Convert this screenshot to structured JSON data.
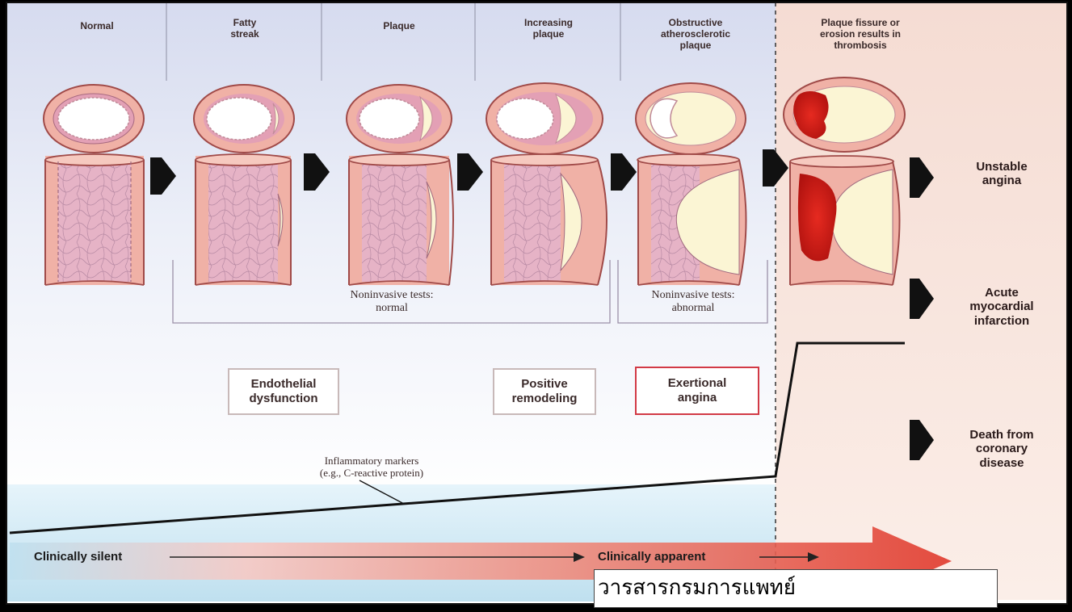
{
  "stages": [
    {
      "id": "normal",
      "label": "Normal"
    },
    {
      "id": "fatty-streak",
      "label": "Fatty\nstreak"
    },
    {
      "id": "plaque",
      "label": "Plaque"
    },
    {
      "id": "increasing-plaque",
      "label": "Increasing\nplaque"
    },
    {
      "id": "obstructive",
      "label": "Obstructive\natherosclerotic\nplaque"
    },
    {
      "id": "thrombosis",
      "label": "Plaque fissure or\nerosion results in\nthrombosis"
    }
  ],
  "outcomes": [
    {
      "id": "unstable-angina",
      "label": "Unstable\nangina"
    },
    {
      "id": "acute-mi",
      "label": "Acute\nmyocardial\ninfarction"
    },
    {
      "id": "death",
      "label": "Death from\ncoronary\ndisease"
    }
  ],
  "tests": {
    "normal": "Noninvasive tests:\nnormal",
    "abnormal": "Noninvasive tests:\nabnormal"
  },
  "boxes": {
    "endothelial": "Endothelial\ndysfunction",
    "remodeling": "Positive\nremodeling",
    "exertional": "Exertional\nangina"
  },
  "markers_label": "Inflammatory markers\n(e.g., C-reactive protein)",
  "timeline": {
    "silent": "Clinically silent",
    "apparent": "Clinically apparent"
  },
  "journal_label": "วารสารกรมการแพทย์",
  "colors": {
    "panel_blue": "#dfe3f2",
    "panel_pink": "#f9e6e0",
    "artery_wall": "#f2b7ab",
    "artery_outline": "#a04a48",
    "lumen_pink": "#e8b6c8",
    "plaque": "#fbf5d4",
    "thrombus": "#d11a16",
    "exertional_border": "#d23a46"
  }
}
